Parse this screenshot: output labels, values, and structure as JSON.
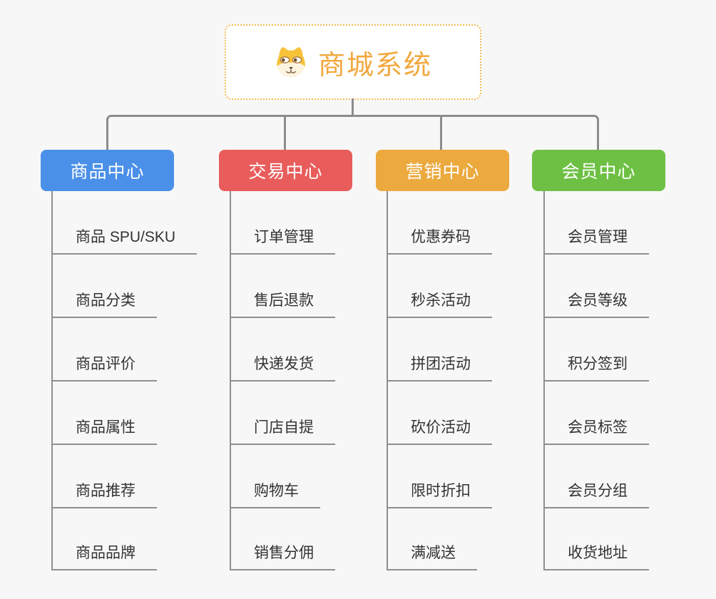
{
  "page": {
    "background": "#f7f7f7",
    "connector_color": "#8c8c8c"
  },
  "root": {
    "title": "商城系统",
    "icon": "dog-face-icon",
    "title_color": "#f2a83e",
    "border_color": "#f5bc54"
  },
  "branches": [
    {
      "label": "商品中心",
      "color": "#4b90e8",
      "items": [
        "商品 SPU/SKU",
        "商品分类",
        "商品评价",
        "商品属性",
        "商品推荐",
        "商品品牌"
      ]
    },
    {
      "label": "交易中心",
      "color": "#e85d5c",
      "items": [
        "订单管理",
        "售后退款",
        "快递发货",
        "门店自提",
        "购物车",
        "销售分佣"
      ]
    },
    {
      "label": "营销中心",
      "color": "#eba93e",
      "items": [
        "优惠券码",
        "秒杀活动",
        "拼团活动",
        "砍价活动",
        "限时折扣",
        "满减送"
      ]
    },
    {
      "label": "会员中心",
      "color": "#6ec044",
      "items": [
        "会员管理",
        "会员等级",
        "积分签到",
        "会员标签",
        "会员分组",
        "收货地址"
      ]
    }
  ]
}
